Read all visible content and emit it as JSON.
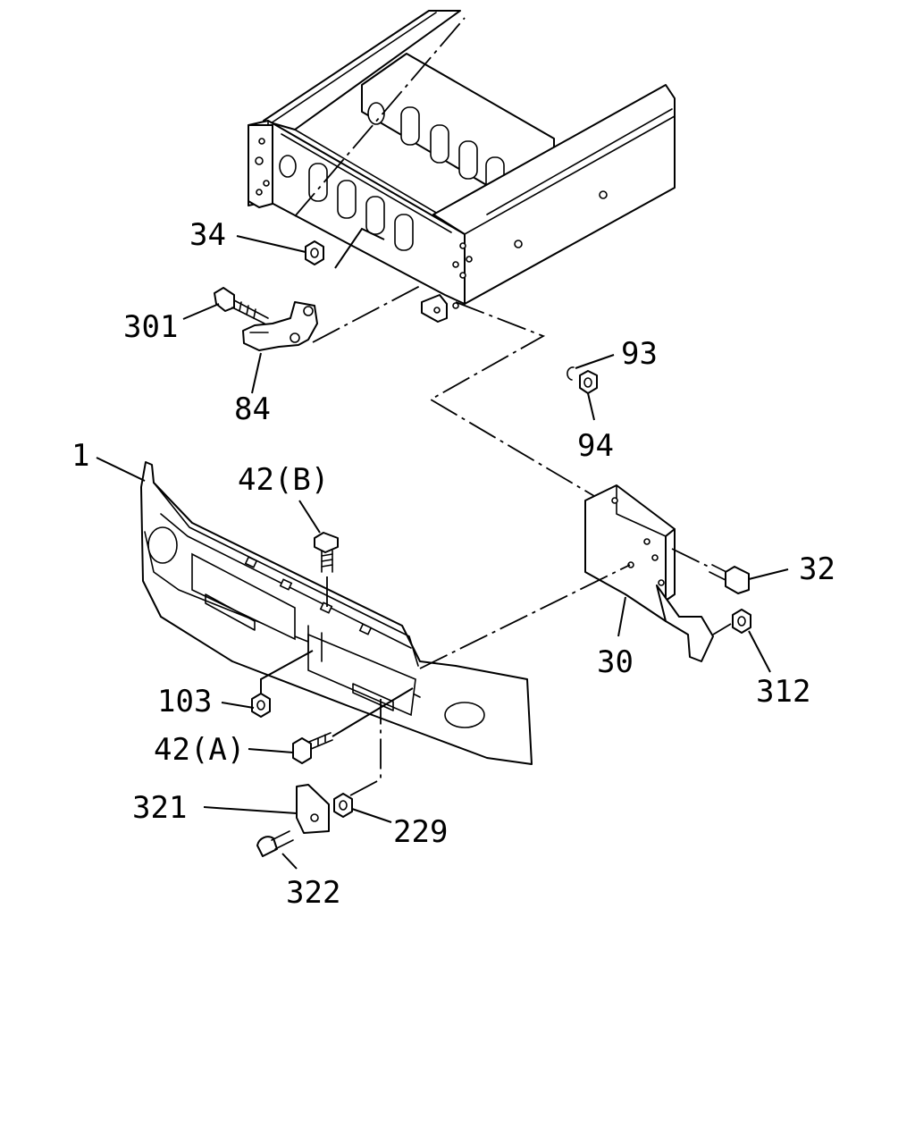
{
  "callouts": [
    {
      "id": "34",
      "text": "34"
    },
    {
      "id": "301",
      "text": "301"
    },
    {
      "id": "84",
      "text": "84"
    },
    {
      "id": "93",
      "text": "93"
    },
    {
      "id": "94",
      "text": "94"
    },
    {
      "id": "1",
      "text": "1"
    },
    {
      "id": "42b",
      "text": "42(B)"
    },
    {
      "id": "32",
      "text": "32"
    },
    {
      "id": "30",
      "text": "30"
    },
    {
      "id": "312",
      "text": "312"
    },
    {
      "id": "103",
      "text": "103"
    },
    {
      "id": "42a",
      "text": "42(A)"
    },
    {
      "id": "321",
      "text": "321"
    },
    {
      "id": "229",
      "text": "229"
    },
    {
      "id": "322",
      "text": "322"
    }
  ],
  "colors": {
    "ink": "#000000",
    "paper": "#ffffff"
  }
}
